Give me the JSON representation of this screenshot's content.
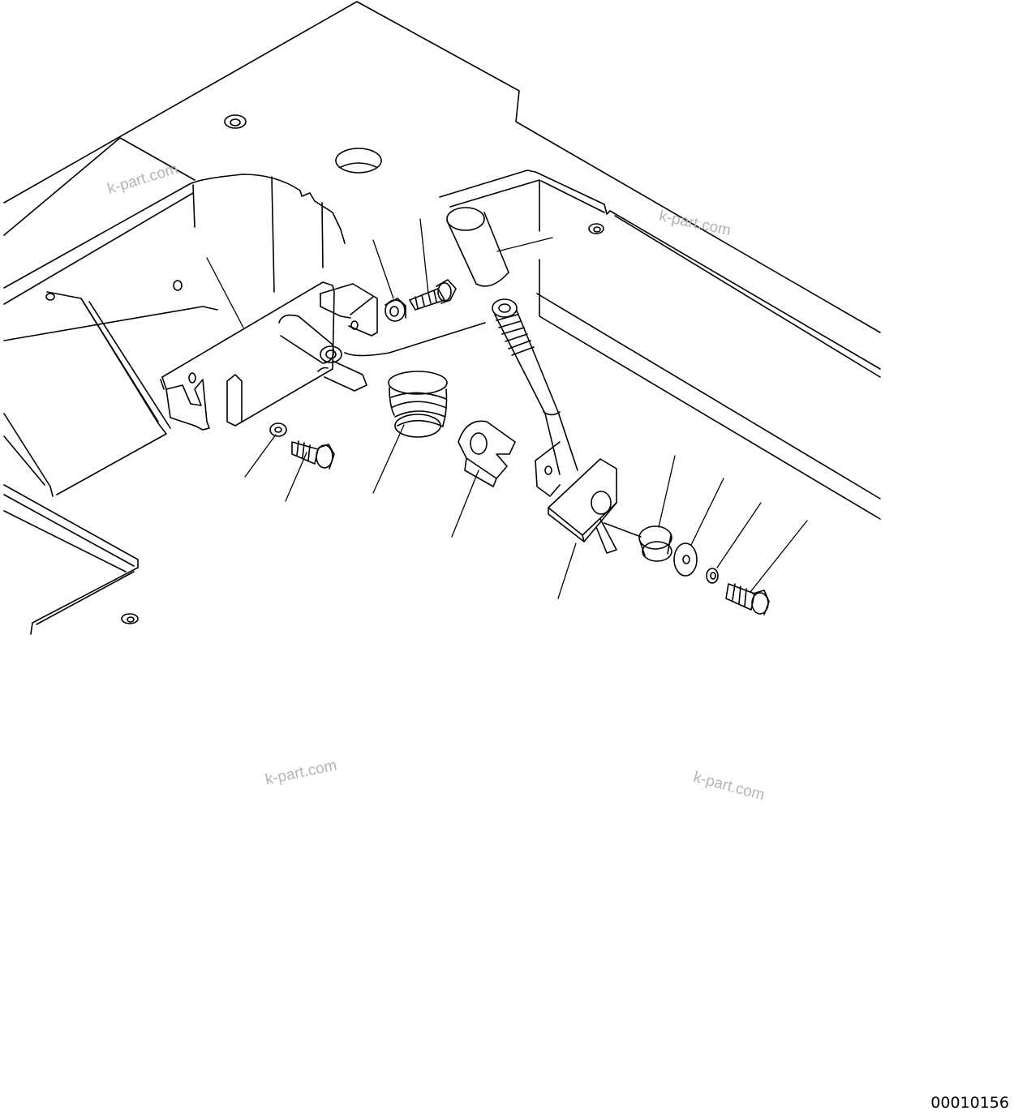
{
  "figure_number": "00010156",
  "watermarks": [
    "k-part.com",
    "k-part.com",
    "k-part.com",
    "k-part.com"
  ],
  "parts": [
    {
      "name": "bracket"
    },
    {
      "name": "nut"
    },
    {
      "name": "upper-bolt"
    },
    {
      "name": "cover-tube"
    },
    {
      "name": "pedal-rod"
    },
    {
      "name": "spring"
    },
    {
      "name": "stopper-plate"
    },
    {
      "name": "left-washer"
    },
    {
      "name": "left-bolt"
    },
    {
      "name": "bushing"
    },
    {
      "name": "flat-washer"
    },
    {
      "name": "spring-washer"
    },
    {
      "name": "right-bolt"
    }
  ]
}
